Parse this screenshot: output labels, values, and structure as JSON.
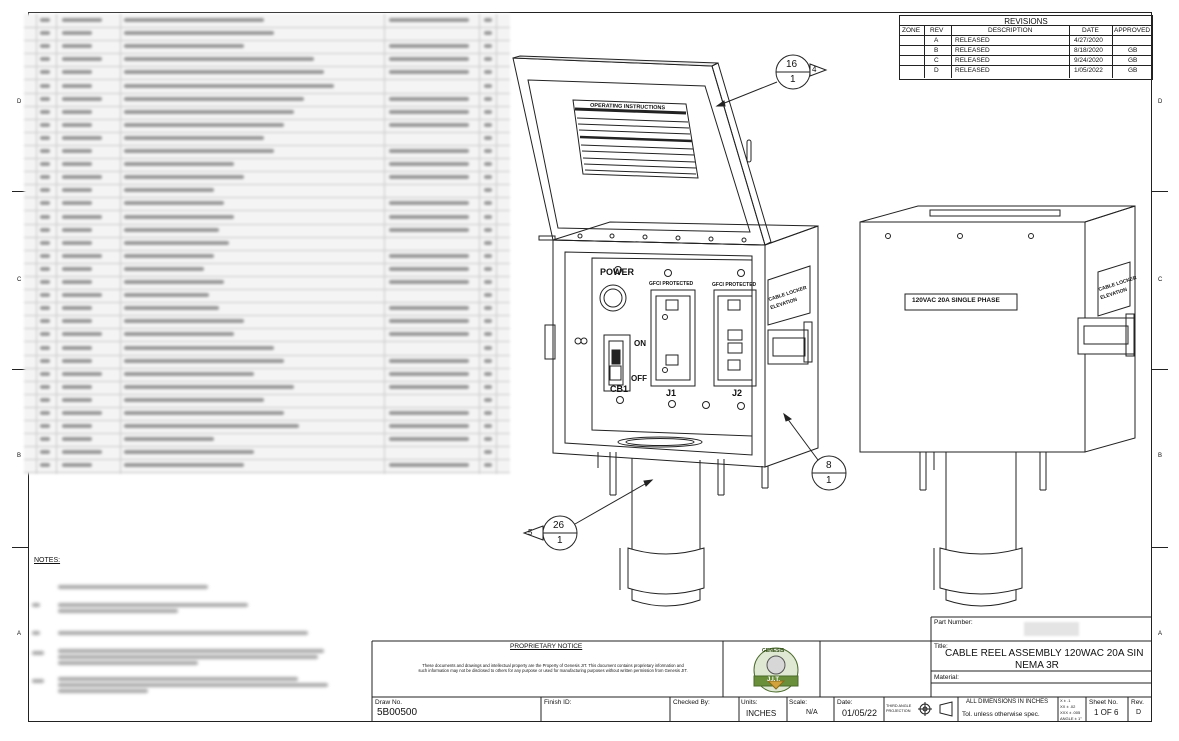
{
  "zones": {
    "left": [
      "D",
      "C",
      "B",
      "A"
    ],
    "right": [
      "D",
      "C",
      "B",
      "A"
    ]
  },
  "revisions": {
    "title": "REVISIONS",
    "headers": [
      "ZONE",
      "REV",
      "DESCRIPTION",
      "DATE",
      "APPROVED"
    ],
    "rows": [
      {
        "rev": "A",
        "desc": "RELEASED",
        "date": "4/27/2020",
        "approved": ""
      },
      {
        "rev": "B",
        "desc": "RELEASED",
        "date": "8/18/2020",
        "approved": "GB"
      },
      {
        "rev": "C",
        "desc": "RELEASED",
        "date": "9/24/2020",
        "approved": "GB"
      },
      {
        "rev": "D",
        "desc": "RELEASED",
        "date": "1/05/2022",
        "approved": "GB"
      }
    ]
  },
  "balloons": [
    {
      "top": "16",
      "bottom": "1",
      "flag": "4"
    },
    {
      "top": "8",
      "bottom": "1"
    },
    {
      "top": "26",
      "bottom": "1",
      "flag": "5"
    }
  ],
  "drawing_labels": {
    "operating_instructions": "OPERATING INSTRUCTIONS",
    "power": "POWER",
    "gfci_1": "GFCI PROTECTED",
    "gfci_2": "GFCI PROTECTED",
    "on": "ON",
    "off": "OFF",
    "cb1": "CB1",
    "j1": "J1",
    "j2": "J2",
    "side_label": "120VAC 20A SINGLE PHASE",
    "rear_side_label_1": "CABLE LOCKER",
    "rear_side_label_2": "ELEVATION"
  },
  "notes": {
    "heading": "NOTES:"
  },
  "title_block": {
    "proprietary_heading": "PROPRIETARY NOTICE",
    "proprietary_text": "These documents and drawings and intellectual property are the Property of Genesis JIT. This document contains proprietary information and such information may not be disclosed to others for any purpose or used for manufacturing purposes without written permission from Genesis JIT.",
    "part_number_label": "Part Number:",
    "title_label": "Title:",
    "title_line1": "CABLE REEL ASSEMBLY 120WAC 20A SIN",
    "title_line2": "NEMA 3R",
    "material_label": "Material:",
    "draw_no_label": "Draw No.",
    "draw_no": "5B00500",
    "finish_label": "Finish ID:",
    "checked_label": "Checked By:",
    "units_label": "Units:",
    "units": "INCHES",
    "scale_label": "Scale:",
    "scale": "N/A",
    "date_label": "Date:",
    "date": "01/05/22",
    "projection_label": "THIRD ANGLE PROJECTION",
    "dims_note": "ALL DIMENSIONS IN INCHES",
    "tol_note": "Tol. unless otherwise spec.",
    "tol_values": [
      "X ± .1",
      "XX ± .02",
      "XXX ± .005",
      "ANGLE ± 1°"
    ],
    "sheet_label": "Sheet No.",
    "sheet": "1 OF 6",
    "rev_label": "Rev.",
    "rev": "D",
    "logo_text": "GENESIS",
    "logo_sub": "J.I.T."
  }
}
